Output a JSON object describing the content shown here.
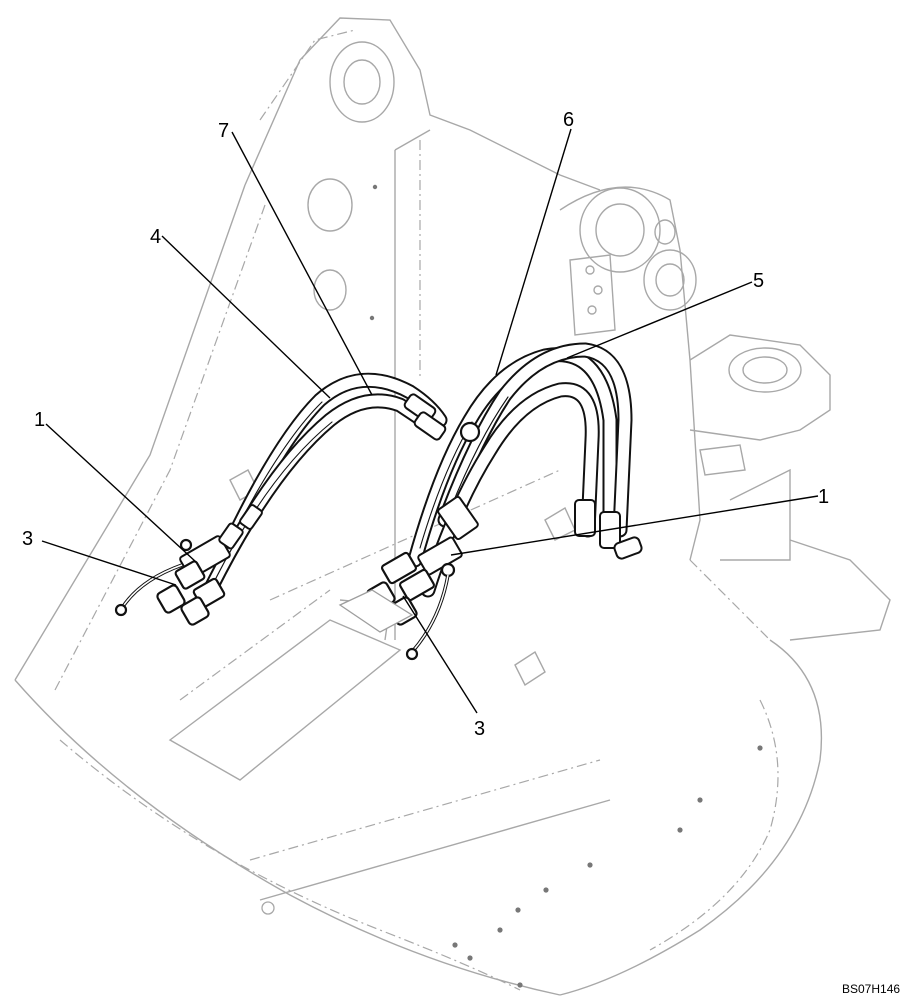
{
  "callouts": {
    "c1_left": "1",
    "c1_right": "1",
    "c3_left": "3",
    "c3_bottom": "3",
    "c4": "4",
    "c5": "5",
    "c6": "6",
    "c7": "7"
  },
  "figure_code": "BS07H146",
  "colors": {
    "line": "#111111",
    "ghost": "#a8a8a8",
    "background": "#ffffff"
  }
}
